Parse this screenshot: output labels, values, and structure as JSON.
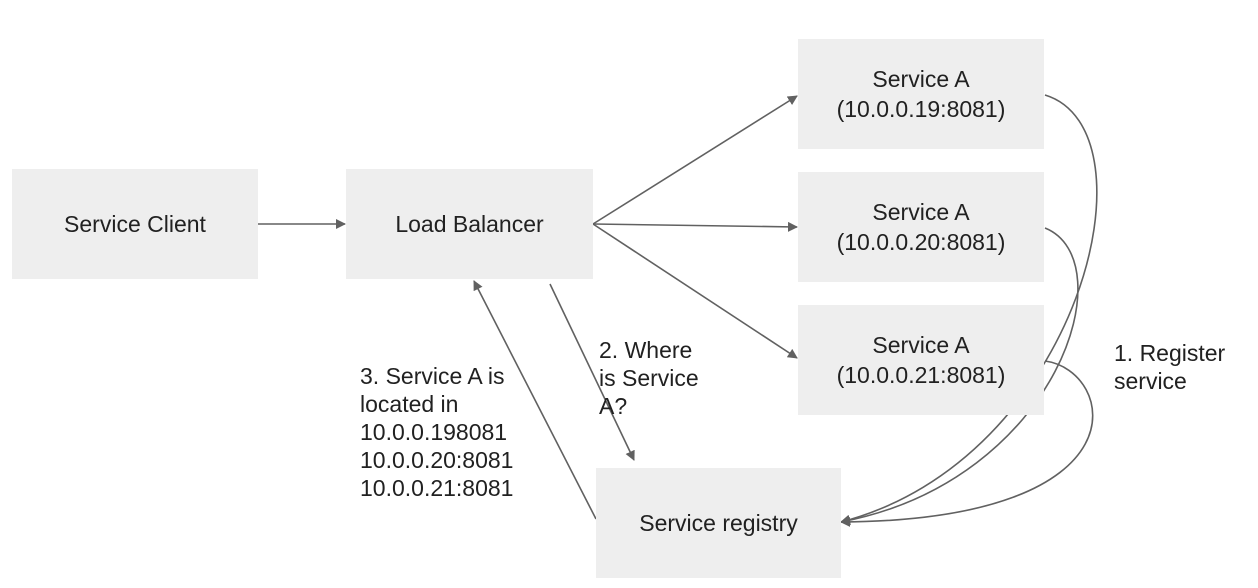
{
  "nodes": {
    "client": {
      "label": "Service Client"
    },
    "load_balancer": {
      "label": "Load Balancer"
    },
    "service_a_1": {
      "name": "Service A",
      "address": "(10.0.0.19:8081)"
    },
    "service_a_2": {
      "name": "Service A",
      "address": "(10.0.0.20:8081)"
    },
    "service_a_3": {
      "name": "Service A",
      "address": "(10.0.0.21:8081)"
    },
    "registry": {
      "label": "Service registry"
    }
  },
  "notes": {
    "register": [
      "1. Register",
      "service"
    ],
    "where": [
      "2. Where",
      "is Service",
      "A?"
    ],
    "located": [
      "3. Service A is",
      "located in",
      "10.0.0.198081",
      "10.0.0.20:8081",
      "10.0.0.21:8081"
    ]
  },
  "colors": {
    "node_fill": "#eeeeee",
    "edge": "#616161",
    "text": "#212121"
  }
}
